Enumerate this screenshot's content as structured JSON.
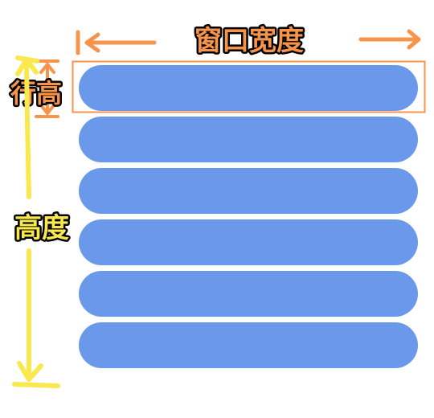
{
  "labels": {
    "window_width": "窗口宽度",
    "row_height": "行高",
    "height": "高度"
  },
  "list": {
    "row_count": 6
  },
  "colors": {
    "row_fill": "#6a98ea",
    "width_arrow": "#f7944c",
    "highlight_frame": "#f7944c",
    "height_arrow": "#f9e84e",
    "label_stroke": "#000000"
  }
}
